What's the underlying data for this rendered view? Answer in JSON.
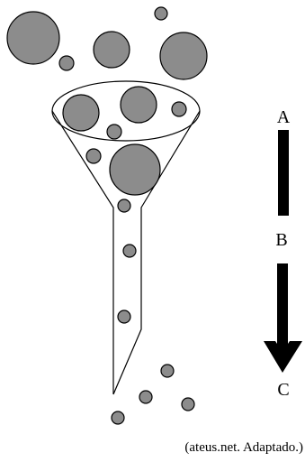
{
  "labels": {
    "a": "A",
    "b": "B",
    "c": "C"
  },
  "source_credit": "(ateus.net. Adaptado.)",
  "colors": {
    "particle_fill": "#8c8c8c",
    "line": "#000000",
    "background": "#ffffff"
  }
}
